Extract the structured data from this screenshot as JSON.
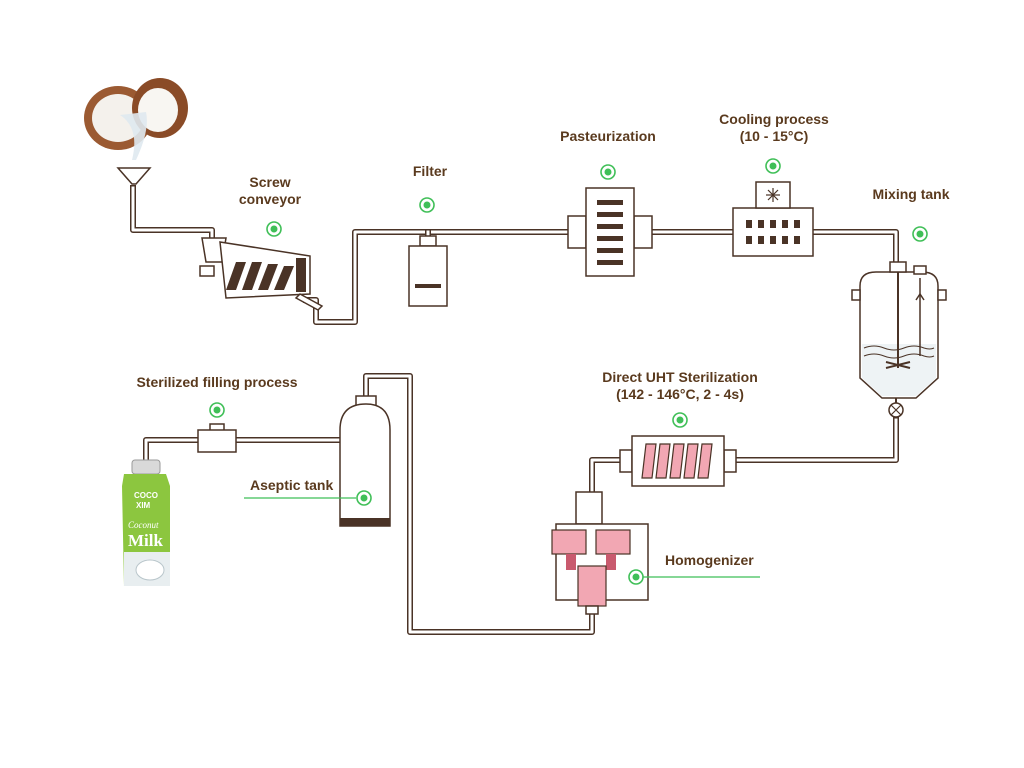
{
  "labels": {
    "screw_conveyor_line1": "Screw",
    "screw_conveyor_line2": "conveyor",
    "filter": "Filter",
    "pasteurization": "Pasteurization",
    "cooling_line1": "Cooling process",
    "cooling_line2": "(10 - 15°C)",
    "mixing_tank": "Mixing tank",
    "uht_line1": "Direct UHT Sterilization",
    "uht_line2": "(142 - 146°C, 2 - 4s)",
    "homogenizer": "Homogenizer",
    "aseptic_tank": "Aseptic tank",
    "sterilized_filling": "Sterilized filling process"
  },
  "product_pack": {
    "brand_line1": "COCO",
    "brand_line2": "XIM",
    "product_line1": "Coconut",
    "product_line2": "Milk"
  },
  "colors": {
    "label_text": "#5a3a1e",
    "pipe": "#4a3326",
    "marker_green": "#3fbf57",
    "pink_component": "#f2a7b3",
    "pack_green": "#8cc63f"
  },
  "icons": {
    "coconut": "coconut-image",
    "milk_pack": "coconut-milk-carton-image",
    "marker": "green-target-marker-icon",
    "cooling": "snowflake-icon"
  }
}
